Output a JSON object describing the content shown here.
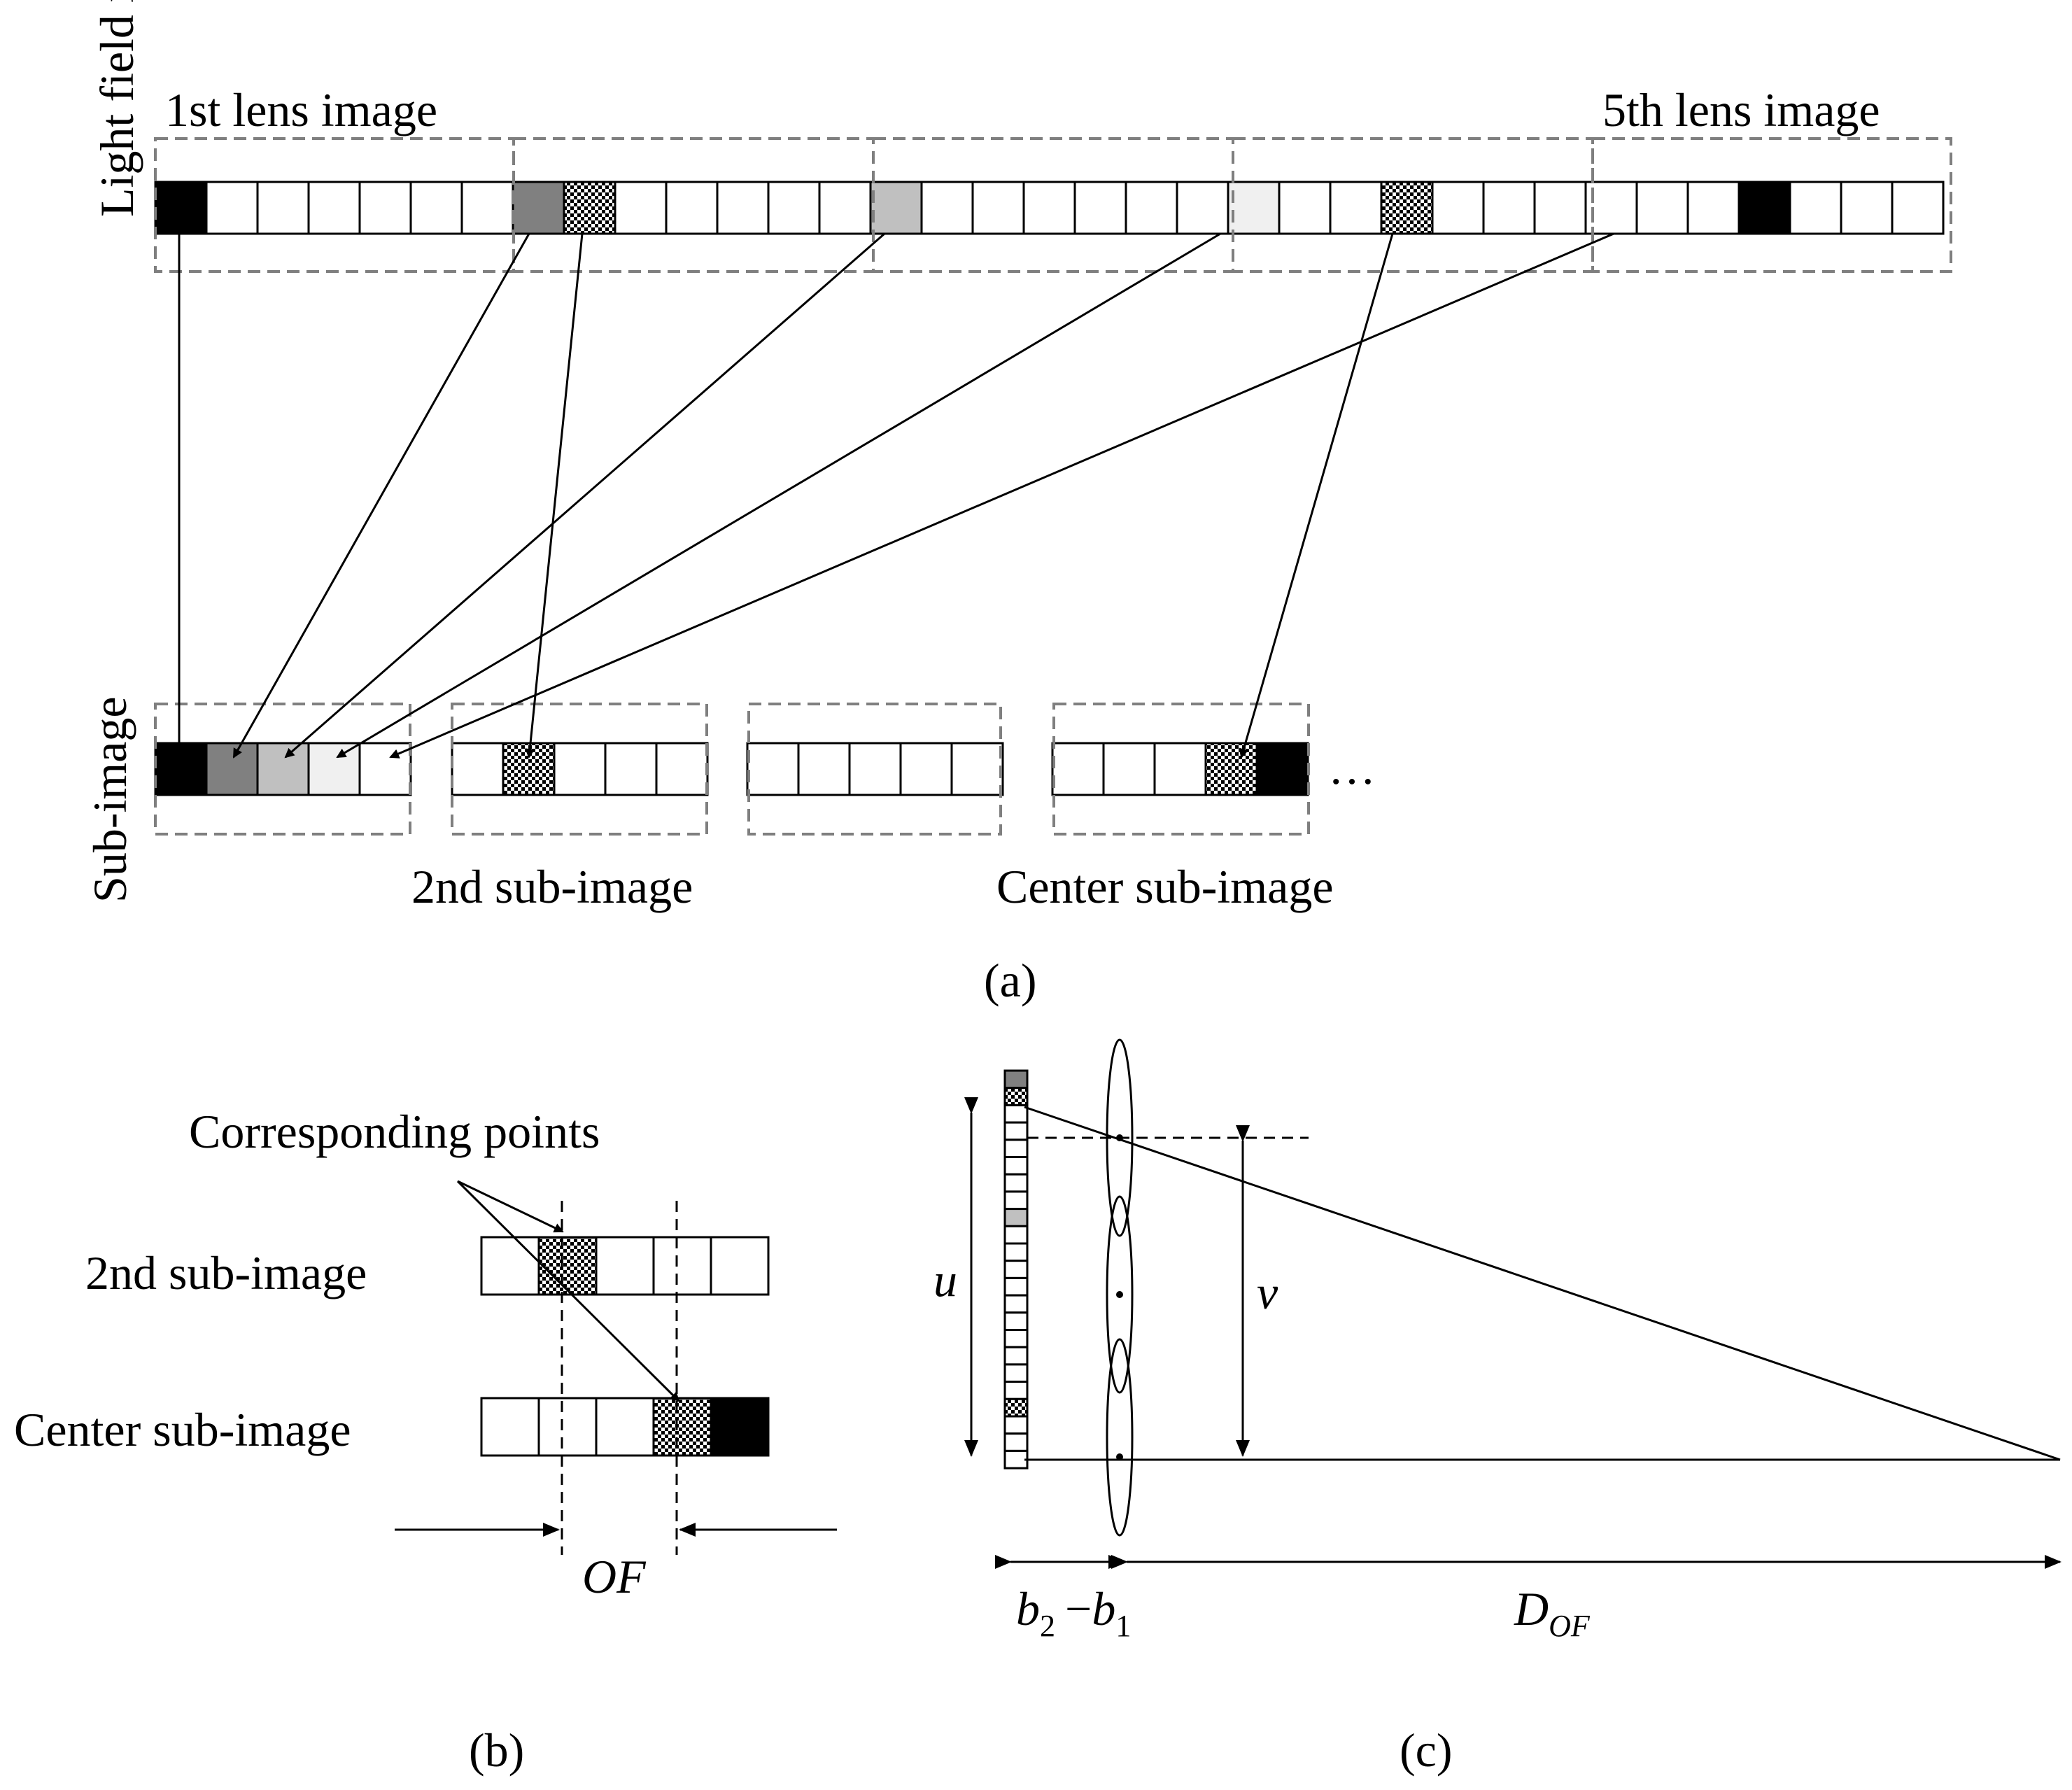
{
  "panel_a": {
    "ylabel_light_field": "Light field image",
    "ylabel_sub_image": "Sub-image",
    "label_first_lens": "1st lens image",
    "label_fifth_lens": "5th lens image",
    "label_second_sub": "2nd sub-image",
    "label_center_sub": "Center sub-image",
    "ellipsis": "…",
    "caption": "(a)"
  },
  "panel_b": {
    "label_corresponding": "Corresponding points",
    "label_second_sub": "2nd sub-image",
    "label_center_sub": "Center sub-image",
    "label_of": "OF",
    "caption": "(b)"
  },
  "panel_c": {
    "label_u": "u",
    "label_v": "v",
    "label_b2": "b",
    "label_b2_sub": "2",
    "label_minus": "−",
    "label_b1": "b",
    "label_b1_sub": "1",
    "label_d": "D",
    "label_d_sub": "OF",
    "caption": "(c)"
  },
  "colors": {
    "black": "#000000",
    "dark_gray": "#808080",
    "mid_gray": "#c0c0c0",
    "light_gray": "#f0f0f0",
    "box_dash": "#7f7f7f"
  }
}
